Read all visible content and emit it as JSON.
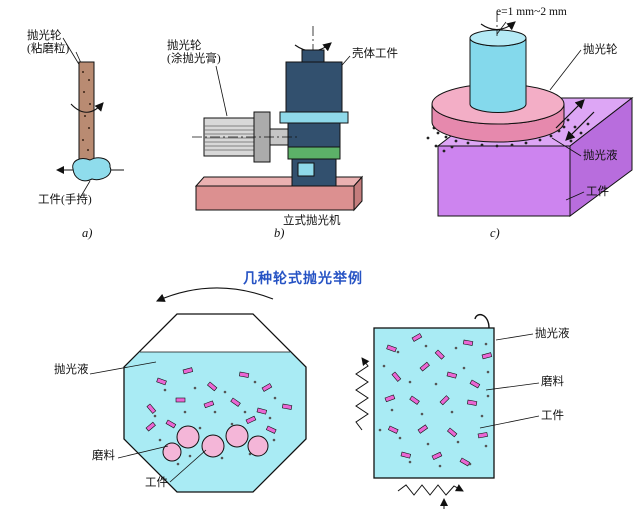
{
  "caption": "几种轮式抛光举例",
  "fig_a": {
    "tag": "a)",
    "wheel_line1": "抛光轮",
    "wheel_line2": "(粘磨粒)",
    "workpiece": "工件(手持)"
  },
  "fig_b": {
    "tag": "b)",
    "wheel_line1": "抛光轮",
    "wheel_line2": "(涂抛光膏)",
    "workpiece": "壳体工件",
    "machine": "立式抛光机"
  },
  "fig_c": {
    "tag": "c)",
    "gap": "e=1 mm~2 mm",
    "wheel": "抛光轮",
    "liquid": "抛光液",
    "workpiece": "工件"
  },
  "fig_d": {
    "liquid": "抛光液",
    "abrasive": "磨料",
    "workpiece": "工件"
  },
  "fig_e": {
    "liquid": "抛光液",
    "abrasive": "磨料",
    "workpiece": "工件"
  },
  "palette": {
    "liquid_cyan": "#a9ebf4",
    "chip_magenta": "#ea66d4",
    "block_purple": "#cd84ef",
    "disc_pink": "#f3aec6",
    "cylinder_cyan": "#84d9ec",
    "base_pink": "#dc9090",
    "machine_dark": "#32506e",
    "wheel_brown": "#b98b72",
    "caption_blue": "#2653c4"
  }
}
